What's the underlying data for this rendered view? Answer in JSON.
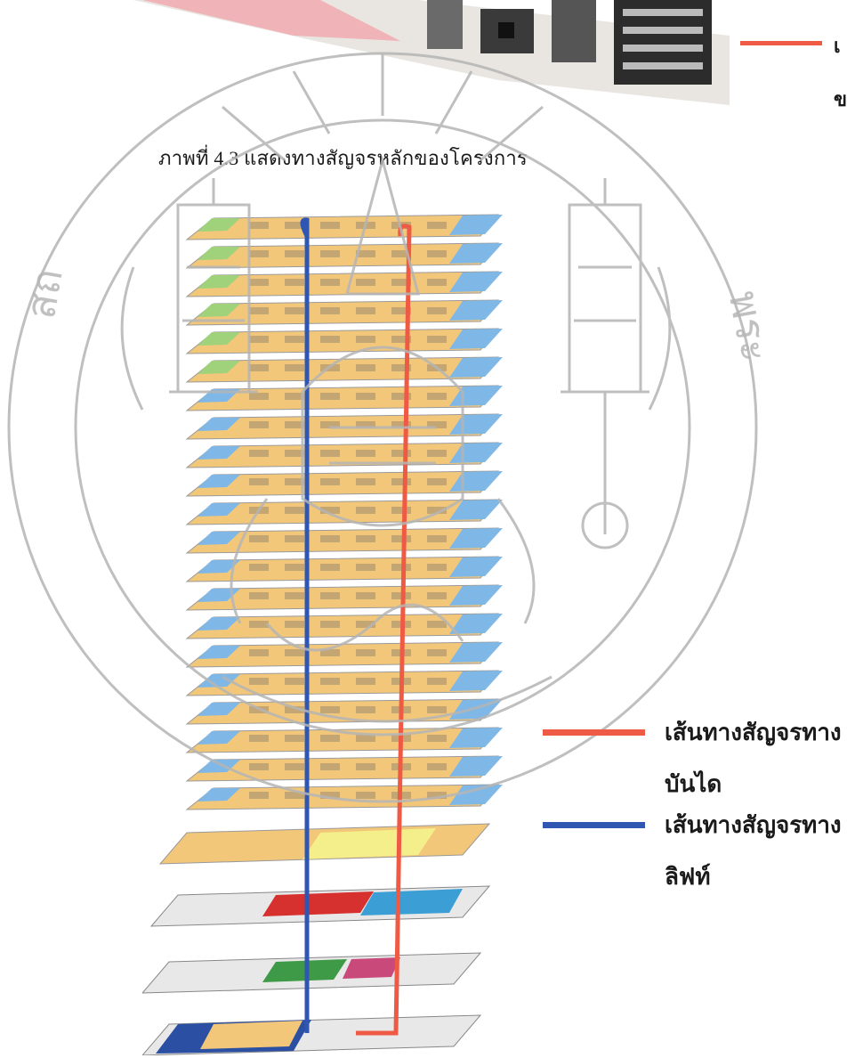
{
  "figure": {
    "caption": "ภาพที่ 4.3 แสดงทางสัญจรหลักของโครงการ"
  },
  "legend_top_cut": {
    "line_color": "#ef5a45",
    "fragment_1": "เ",
    "fragment_2": "ข"
  },
  "legend": {
    "items": [
      {
        "label": "เส้นทางสัญจรทาง",
        "sub": "บันได",
        "color": "#ef5a45"
      },
      {
        "label": "เส้นทางสัญจรทาง",
        "sub": "ลิฟท์",
        "color": "#2f56b0"
      }
    ]
  },
  "colors": {
    "stair_route": "#ef5a45",
    "lift_route": "#2f56b0",
    "floor_fill": "#f3c77a",
    "floor_accent_blue": "#7fb8e6",
    "floor_accent_green": "#9fd27a",
    "podium_yellow": "#f4ef8a",
    "watermark": "#b5b5b5"
  }
}
